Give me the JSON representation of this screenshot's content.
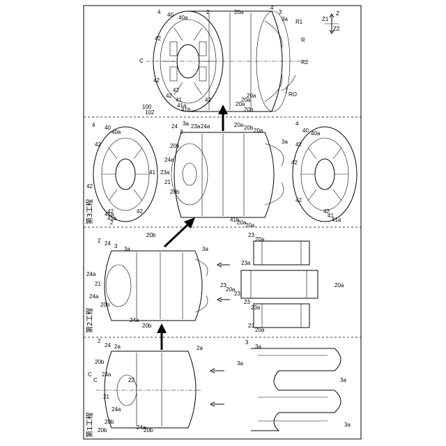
{
  "steps": {
    "first": "第1工程",
    "second": "第2工程",
    "third": "第3工程"
  },
  "axes": {
    "z": "Z",
    "z1": "Z1",
    "z2": "Z2",
    "r1": "R1",
    "r": "R",
    "r2": "R2",
    "ro": "RO",
    "c_top": "C",
    "c_bottom": "C"
  },
  "refs": {
    "assembly": [
      "100",
      "102"
    ],
    "top_labels": [
      "4",
      "40",
      "40a",
      "42",
      "2",
      "20a",
      "3",
      "3a",
      "4",
      "42",
      "42",
      "42",
      "42",
      "41",
      "41a",
      "41b",
      "20a",
      "20a",
      "20a",
      "20b"
    ],
    "step3_labels": [
      "4",
      "40",
      "40a",
      "42",
      "42",
      "42",
      "42",
      "41",
      "41a",
      "41b",
      "2",
      "24",
      "3",
      "3a",
      "23a",
      "24a",
      "20b",
      "24a",
      "23a",
      "21",
      "20b",
      "20a",
      "20b",
      "20a",
      "3a",
      "4",
      "40",
      "40a",
      "42",
      "42",
      "42",
      "42",
      "41",
      "41a",
      "41b",
      "20a",
      "20a"
    ],
    "step2_labels": [
      "2",
      "24",
      "3",
      "3a",
      "24a",
      "20b",
      "3a",
      "24a",
      "21",
      "20b",
      "24a",
      "20b",
      "23",
      "20a",
      "23a",
      "23",
      "20a",
      "23",
      "20a",
      "23",
      "23a",
      "23",
      "20a"
    ],
    "step1_labels": [
      "2",
      "24",
      "2a",
      "20b",
      "24a",
      "22",
      "C",
      "21",
      "24a",
      "20b",
      "20b",
      "24a",
      "20b",
      "2a",
      "3",
      "3a",
      "3a",
      "3a",
      "3a"
    ]
  }
}
